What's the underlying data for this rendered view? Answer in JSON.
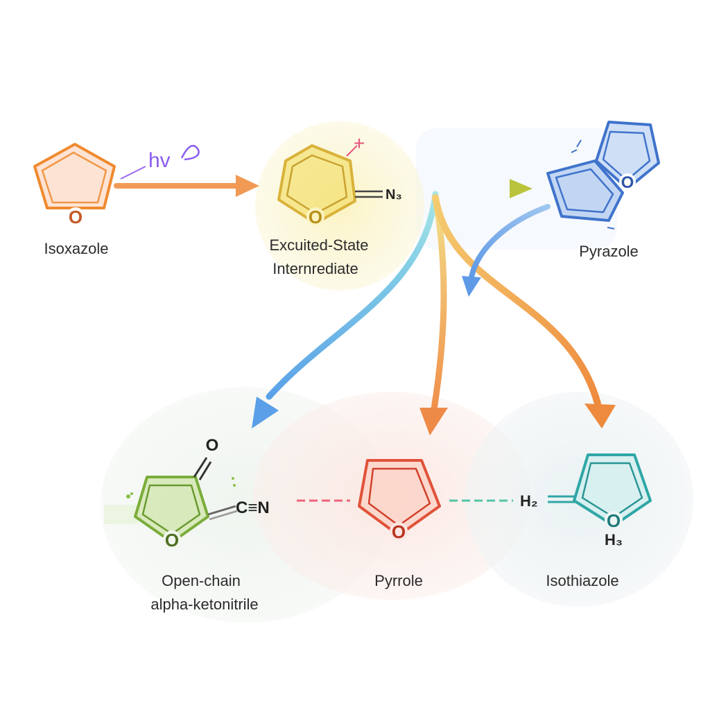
{
  "labels": {
    "isoxazole": "Isoxazole",
    "excited_line1": "Excuited-State",
    "excited_line2": "Internrediate",
    "pyrazole": "Pyrazole",
    "openchain_line1": "Open-chain",
    "openchain_line2": "alpha-ketonitrile",
    "pyrrole": "Pyrrole",
    "isothiazole": "Isothiazole"
  },
  "annotations": {
    "hv": "hv",
    "plus": "+",
    "n3": "N₃",
    "ketone_o": "O",
    "cn": "C≡N",
    "h2": "H₂",
    "h3": "H₃",
    "ring_o": "O"
  },
  "colors": {
    "isoxazole": "#ef8a2f",
    "excited": "#d9b23a",
    "pyrazole": "#3f73cc",
    "openchain": "#7aad3a",
    "pyrrole": "#e05238",
    "isothiazole": "#2fa6a6",
    "hv": "#8a5cf0",
    "plus": "#e6507a"
  }
}
